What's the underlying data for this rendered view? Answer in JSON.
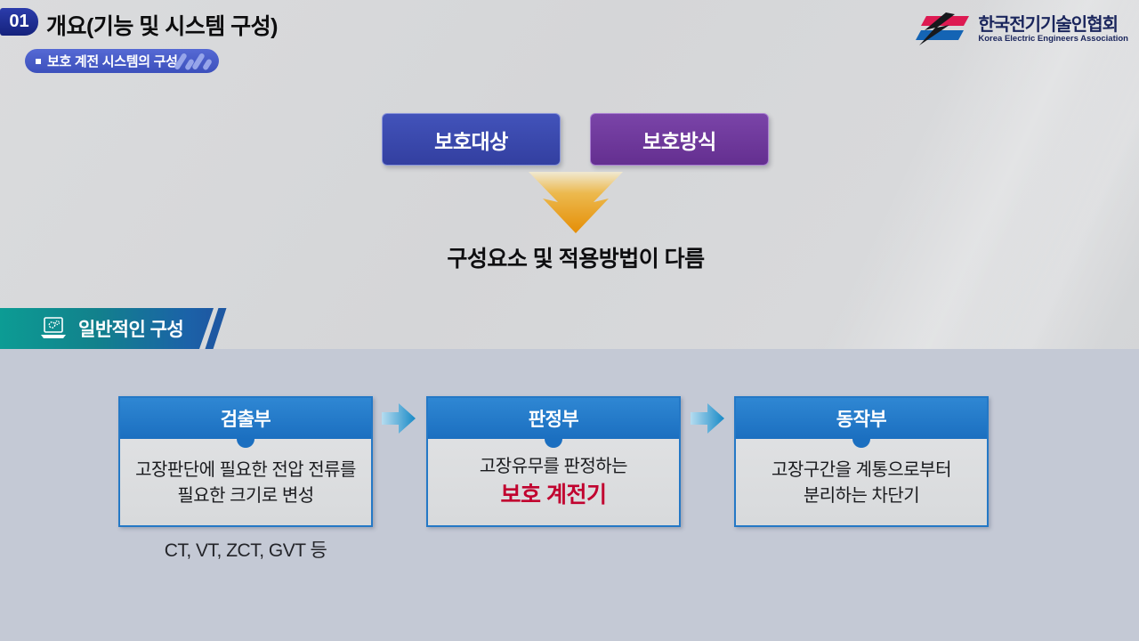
{
  "header": {
    "number": "01",
    "title": "개요(기능 및 시스템 구성)",
    "subtitle": "보호 계전 시스템의 구성"
  },
  "logo": {
    "name_ko": "한국전기기술인협회",
    "name_en": "Korea Electric Engineers Association"
  },
  "comparison": {
    "left_label": "보호대상",
    "right_label": "보호방식",
    "conclusion": "구성요소 및 적용방법이 다름"
  },
  "section": {
    "title": "일반적인 구성"
  },
  "flow": {
    "boxes": [
      {
        "title": "검출부",
        "line1": "고장판단에 필요한 전압 전류를",
        "line2": "필요한 크기로 변성",
        "highlight": ""
      },
      {
        "title": "판정부",
        "line1": "고장유무를 판정하는",
        "line2": "",
        "highlight": "보호 계전기"
      },
      {
        "title": "동작부",
        "line1": "고장구간을 계통으로부터",
        "line2": "분리하는 차단기",
        "highlight": ""
      }
    ],
    "note": "CT, VT, ZCT, GVT 등"
  },
  "colors": {
    "blue_box": "#3a49ae",
    "purple_box": "#713f9e",
    "flow_header_blue": "#1f78c8",
    "down_arrow_orange": "#e8940a",
    "flow_arrow_cyan": "#2aa0d6",
    "highlight_red": "#c1022f",
    "section_bar_teal": "#0c9c94",
    "section_bar_blue": "#1e58a2",
    "subtitle_pill_blue": "#4c5fce",
    "badge_navy": "#1a2a8c",
    "bottom_panel": "#c4c9d5"
  }
}
